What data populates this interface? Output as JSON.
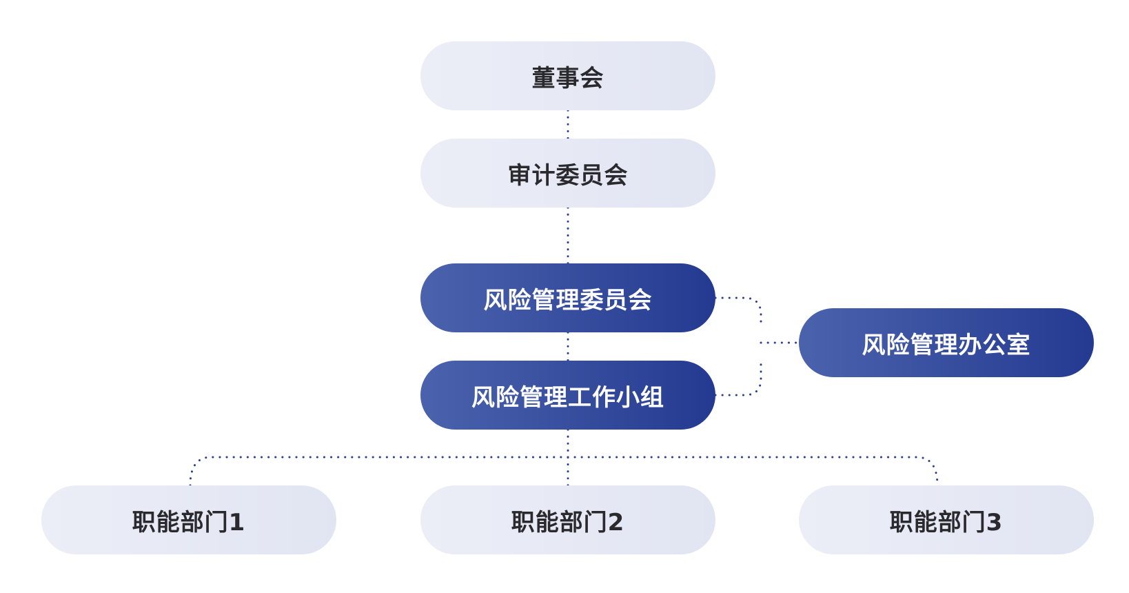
{
  "nodes": {
    "board": "董事会",
    "audit_committee": "审计委员会",
    "risk_committee": "风险管理委员会",
    "risk_workgroup": "风险管理工作小组",
    "risk_office": "风险管理办公室",
    "dept1": "职能部门1",
    "dept2": "职能部门2",
    "dept3": "职能部门3"
  },
  "colors": {
    "light_node": "#e4e7f3",
    "dark_node_start": "#4b63ad",
    "dark_node_end": "#243a91",
    "connector": "#2c3f8f"
  }
}
